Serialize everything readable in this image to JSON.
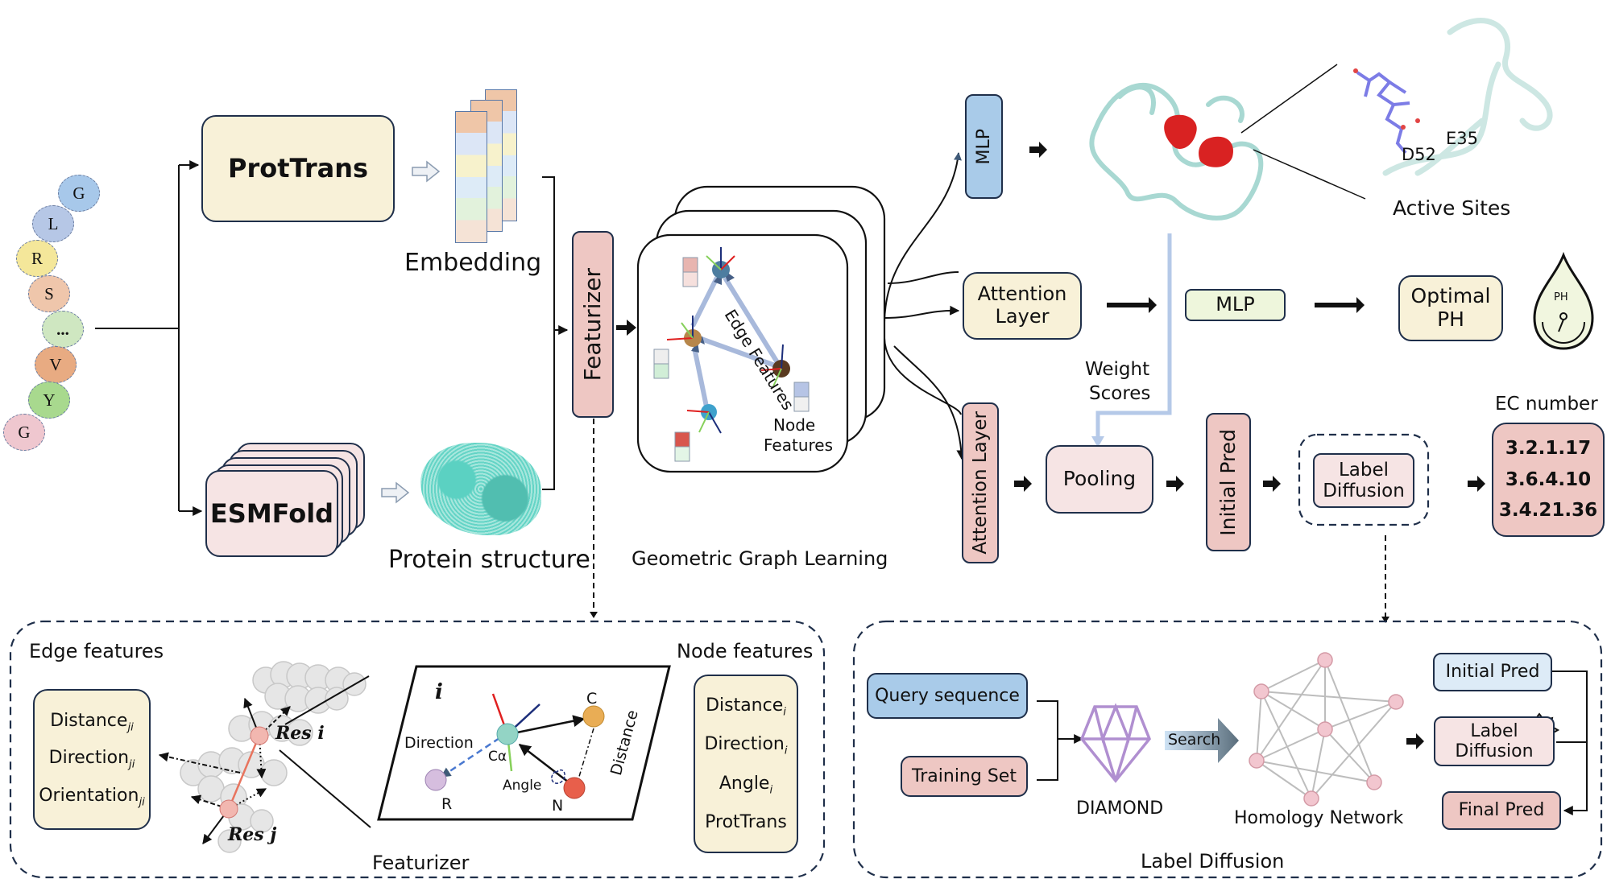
{
  "sequence": {
    "residues": [
      "G",
      "L",
      "R",
      "S",
      "...",
      "V",
      "Y",
      "G"
    ],
    "colors": [
      "#a7c8ea",
      "#b6c7e6",
      "#f4e79a",
      "#efc6ab",
      "#cfe7c1",
      "#e8ab82",
      "#a8d98e",
      "#efc7cf"
    ]
  },
  "inputs": {
    "prottrans": "ProtTrans",
    "esmfold": "ESMFold",
    "embedding_label": "Embedding",
    "structure_label": "Protein structure"
  },
  "featurizer": {
    "label": "Featurizer"
  },
  "graph": {
    "title": "Geometric Graph Learning",
    "edge_features": "Edge Features",
    "node_features_line1": "Node",
    "node_features_line2": "Features"
  },
  "branches": {
    "active_site": {
      "mlp": "MLP",
      "label": "Active Sites",
      "residue1": "D52",
      "residue2": "E35"
    },
    "ph": {
      "attention_line1": "Attention",
      "attention_line2": "Layer",
      "mlp": "MLP",
      "output_line1": "Optimal",
      "output_line2": "PH",
      "icon_text": "PH"
    },
    "ec": {
      "attention": "Attention Layer",
      "weight_scores_line1": "Weight",
      "weight_scores_line2": "Scores",
      "pooling": "Pooling",
      "initial_pred": "Initial Pred",
      "label_diffusion_line1": "Label",
      "label_diffusion_line2": "Diffusion",
      "ec_title": "EC number",
      "ec_numbers": [
        "3.2.1.17",
        "3.6.4.10",
        "3.4.21.36"
      ]
    }
  },
  "featurizer_panel": {
    "edge_title": "Edge features",
    "edge_items": [
      {
        "name": "Distance",
        "sub": "ji"
      },
      {
        "name": "Direction",
        "sub": "ji"
      },
      {
        "name": "Orientation",
        "sub": "ji"
      }
    ],
    "res_i": "Res i",
    "res_j": "Res j",
    "plane_i": "i",
    "direction": "Direction",
    "c_alpha": "Cα",
    "angle": "Angle",
    "distance": "Distance",
    "atom_c": "C",
    "atom_n": "N",
    "atom_r": "R",
    "caption": "Featurizer",
    "node_title": "Node features",
    "node_items": [
      {
        "name": "Distance",
        "sub": "i"
      },
      {
        "name": "Direction",
        "sub": "i"
      },
      {
        "name": "Angle",
        "sub": "i"
      },
      {
        "name": "ProtTrans",
        "sub": ""
      }
    ]
  },
  "diffusion_panel": {
    "query": "Query sequence",
    "training": "Training Set",
    "diamond": "DIAMOND",
    "search": "Search",
    "network": "Homology Network",
    "initial_pred": "Initial Pred",
    "label_diffusion_line1": "Label",
    "label_diffusion_line2": "Diffusion",
    "final_pred": "Final Pred",
    "caption": "Label Diffusion"
  },
  "colors": {
    "yellow_box": "#f8f1d8",
    "pink_box": "#f6e4e4",
    "salmon_box": "#eec7c3",
    "blue_box": "#a9cbe9",
    "light_blue_box": "#ddebf7",
    "green_box": "#eef6dc",
    "border": "#1f2f4a"
  }
}
